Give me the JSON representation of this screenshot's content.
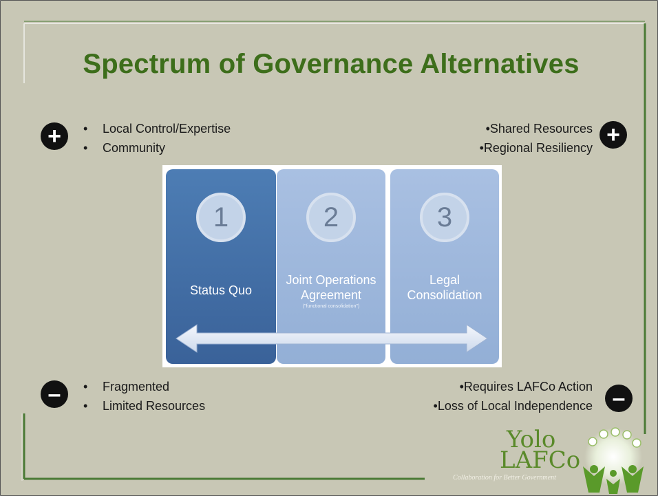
{
  "title": "Spectrum of Governance Alternatives",
  "top_left": {
    "icon": "plus-icon",
    "items": [
      "Local Control/Expertise",
      "Community"
    ]
  },
  "top_right": {
    "icon": "plus-icon",
    "items": [
      "Shared Resources",
      "Regional Resiliency"
    ]
  },
  "bottom_left": {
    "icon": "minus-icon",
    "items": [
      "Fragmented",
      "Limited Resources"
    ]
  },
  "bottom_right": {
    "icon": "minus-icon",
    "items": [
      "Requires LAFCo Action",
      "Loss of Local Independence"
    ]
  },
  "diagram": {
    "options": [
      {
        "number": "1",
        "label_lines": [
          "Status Quo"
        ],
        "sub": ""
      },
      {
        "number": "2",
        "label_lines": [
          "Joint Operations",
          "Agreement"
        ],
        "sub": "(\"functional consolidation\")"
      },
      {
        "number": "3",
        "label_lines": [
          "Legal",
          "Consolidation"
        ],
        "sub": ""
      }
    ]
  },
  "logo": {
    "line1": "Yolo",
    "line2": "LAFCo"
  },
  "footer": "Collaboration for Better Government",
  "colors": {
    "title": "#3d6e1b",
    "background": "#c8c7b5",
    "col1": "#3e6ea6",
    "col2_3": "#9fb8dc"
  }
}
